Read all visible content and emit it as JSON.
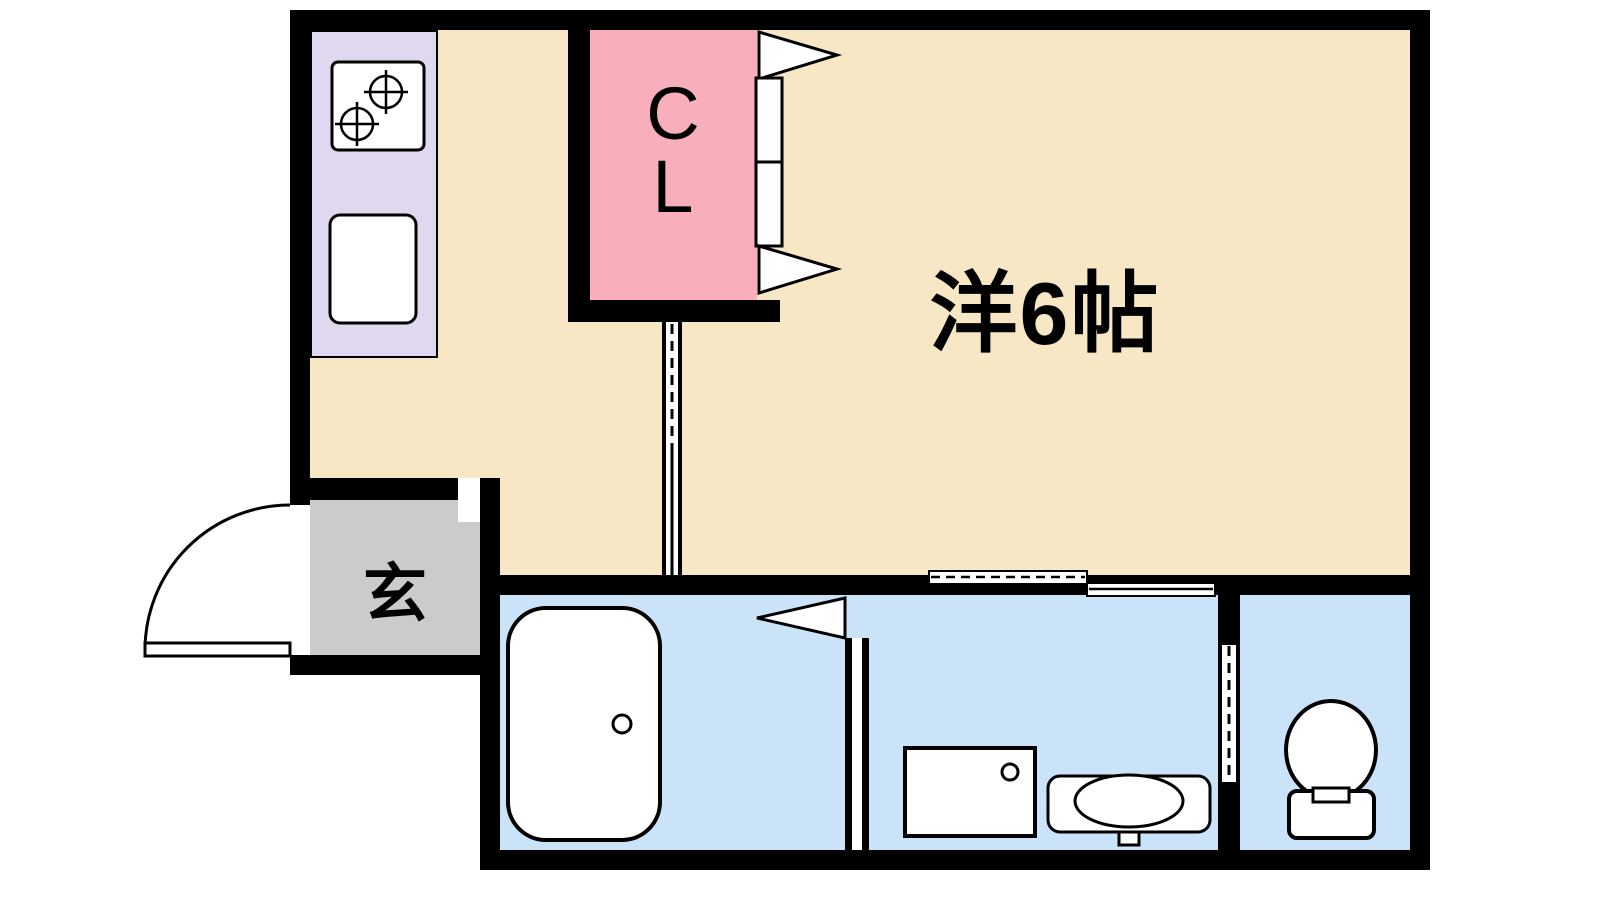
{
  "plan": {
    "rooms": {
      "main_room": {
        "label": "洋6帖"
      },
      "closet": {
        "label_top": "C",
        "label_bottom": "L"
      },
      "entrance": {
        "label": "玄"
      }
    },
    "colors": {
      "wall": "#000000",
      "background": "#ffffff",
      "floor_main": "#f8e7c4",
      "kitchen_counter": "#e0d8ee",
      "closet": "#f9aebc",
      "entrance": "#cbcbcb",
      "bathroom": "#cbe3f8"
    },
    "fixtures": [
      "gas-stove",
      "kitchen-sink",
      "closet-folding-doors",
      "entrance-swing-door",
      "indoor-sliding-door",
      "sliding-window",
      "bathroom-swing-door",
      "bathtub",
      "washing-machine-pan",
      "wash-basin",
      "toilet",
      "toilet-sliding-door"
    ]
  }
}
